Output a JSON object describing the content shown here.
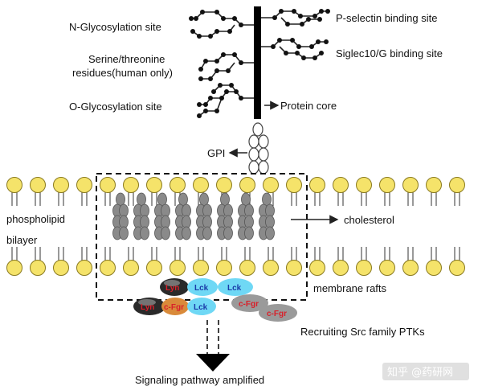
{
  "labels": {
    "n_glycosylation": "N-Glycosylation site",
    "serine_line1": "Serine/threonine",
    "serine_line2": "residues(human only)",
    "o_glycosylation": "O-Glycosylation site",
    "p_selectin": "P-selectin binding site",
    "siglec": "Siglec10/G binding site",
    "protein_core": "Protein core",
    "gpi": "GPI",
    "phospholipid_line1": "phospholipid",
    "phospholipid_line2": "bilayer",
    "cholesterol": "cholesterol",
    "membrane_rafts": "membrane rafts",
    "recruiting": "Recruiting Src family PTKs",
    "signaling": "Signaling pathway amplified"
  },
  "kinases": {
    "lyn_top": "Lyn",
    "lck_1": "Lck",
    "lck_2": "Lck",
    "lyn_bottom": "Lyn",
    "cfgr_1": "c-Fgr",
    "lck_3": "Lck",
    "cfgr_2": "c-Fgr",
    "cfgr_3": "c-Fgr"
  },
  "watermark": "知乎 @药研网",
  "colors": {
    "lipid_head": "#f5e36a",
    "lipid_head_stroke": "#8a7a20",
    "cholesterol": "#8a8a8a",
    "lyn": "#2a2a2a",
    "lck": "#6fd8f5",
    "cfgr_orange": "#d98a3a",
    "cfgr_gray": "#9a9a9a",
    "kinase_text_red": "#d8202a",
    "kinase_text_blue": "#1a3aa8"
  }
}
